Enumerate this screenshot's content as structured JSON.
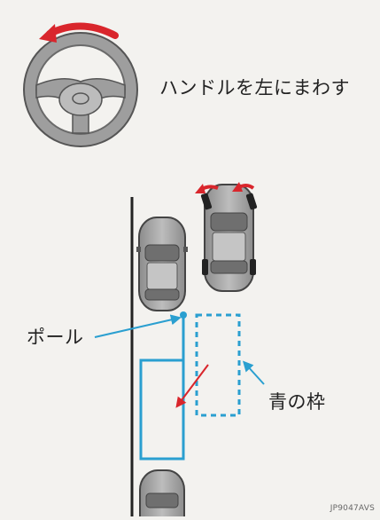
{
  "instruction": "ハンドルを左にまわす",
  "labels": {
    "pole": "ポール",
    "blue_frame": "青の枠"
  },
  "image_code": "JP9047AVS",
  "icons": [
    "steering-wheel-icon",
    "car-icon"
  ],
  "colors": {
    "background": "#f3f2ef",
    "arrow_red": "#d9262c",
    "guide_blue": "#2a9fd0",
    "car_gray": "#9a9a9a",
    "line_dark": "#222222"
  }
}
